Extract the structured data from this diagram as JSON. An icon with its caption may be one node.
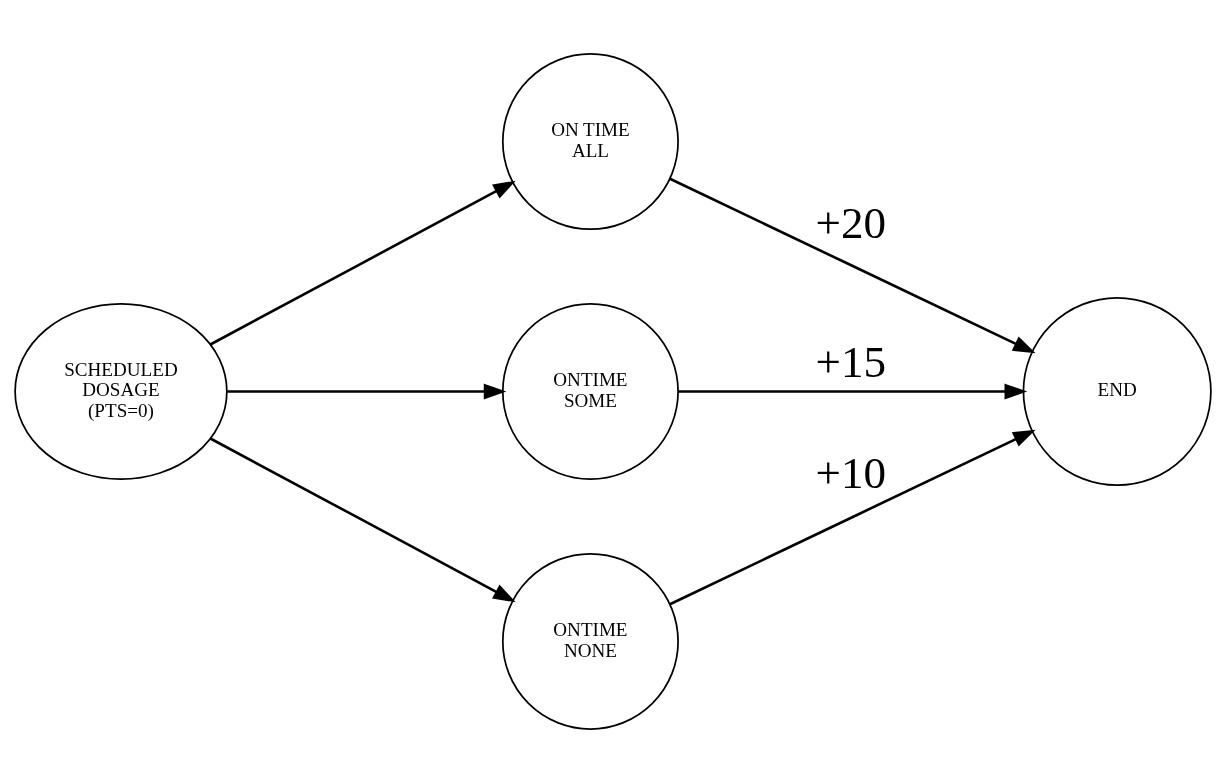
{
  "diagram": {
    "nodes": [
      {
        "text": [
          "SCHEDULED DOSAGE (PTS=0)"
        ]
      },
      {
        "text": [
          "ON TIME ALL"
        ]
      },
      {
        "text": [
          "ONTIME SOME"
        ]
      },
      {
        "text": [
          "ONTIME NONE"
        ]
      },
      {
        "text": [
          "END"
        ]
      }
    ],
    "edges": [
      {
        "from": 0,
        "to": 1,
        "arrow": "to"
      },
      {
        "from": 0,
        "to": 2,
        "arrow": "to"
      },
      {
        "from": 0,
        "to": 3,
        "arrow": "to"
      },
      {
        "from": 1,
        "to": 4,
        "arrow": "to",
        "label": "+20"
      },
      {
        "from": 2,
        "to": 4,
        "arrow": "to",
        "label": "+15"
      },
      {
        "from": 3,
        "to": 4,
        "arrow": "to",
        "label": "+10"
      }
    ]
  }
}
